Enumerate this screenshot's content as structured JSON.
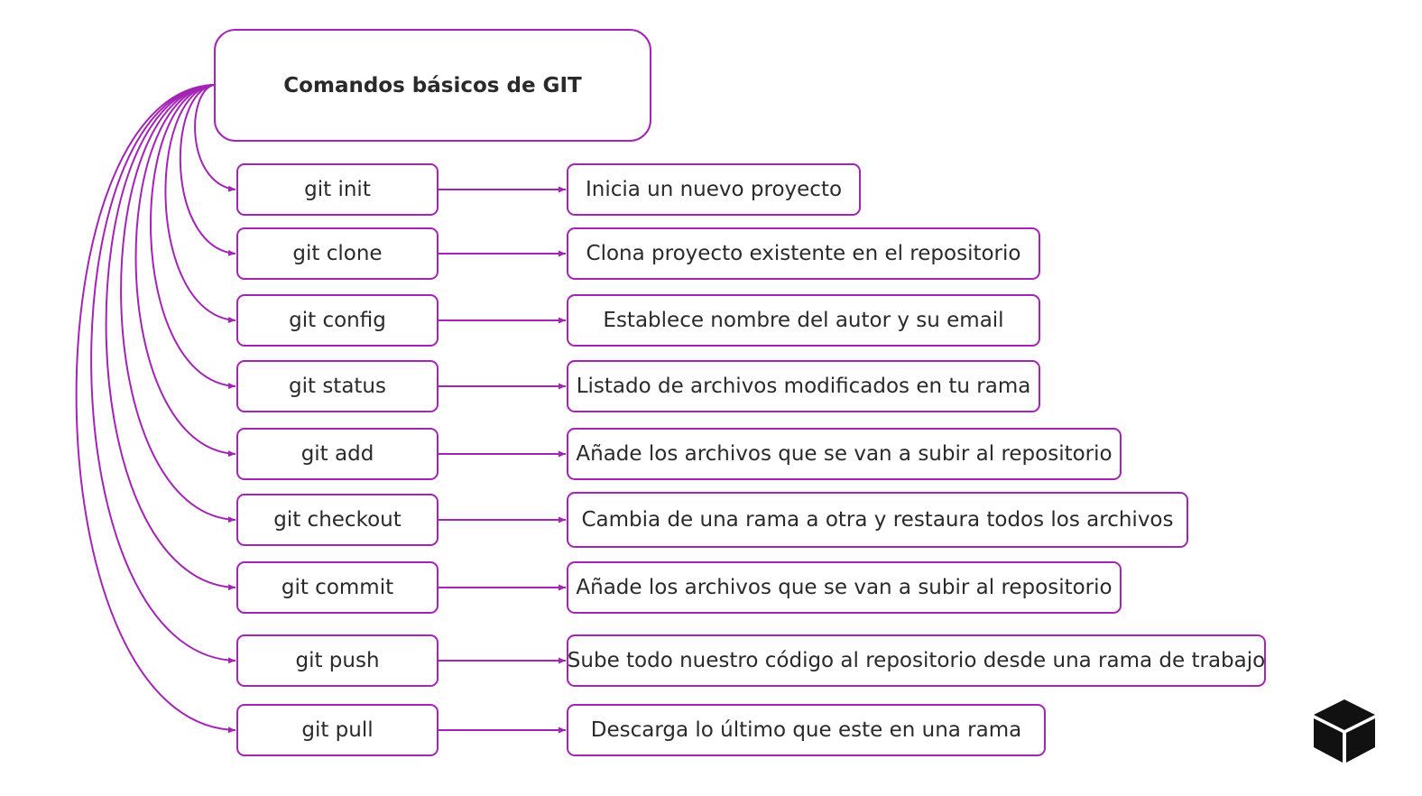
{
  "diagram": {
    "title": "Comandos básicos de GIT",
    "accent_color": "#a324b5",
    "logo_icon": "cube-icon",
    "items": [
      {
        "command": "git init",
        "description": "Inicia un nuevo proyecto"
      },
      {
        "command": "git clone",
        "description": "Clona proyecto existente en el repositorio"
      },
      {
        "command": "git config",
        "description": "Establece nombre del autor y su email"
      },
      {
        "command": "git status",
        "description": "Listado de archivos modificados en tu rama"
      },
      {
        "command": "git add",
        "description": "Añade los archivos que se van a subir al repositorio"
      },
      {
        "command": "git checkout",
        "description": "Cambia de una rama a otra y restaura todos los archivos"
      },
      {
        "command": "git commit",
        "description": "Añade los archivos que se van a subir al repositorio"
      },
      {
        "command": "git push",
        "description": "Sube todo nuestro código al repositorio desde una rama de trabajo"
      },
      {
        "command": "git pull",
        "description": "Descarga lo último que este en una rama"
      }
    ]
  }
}
